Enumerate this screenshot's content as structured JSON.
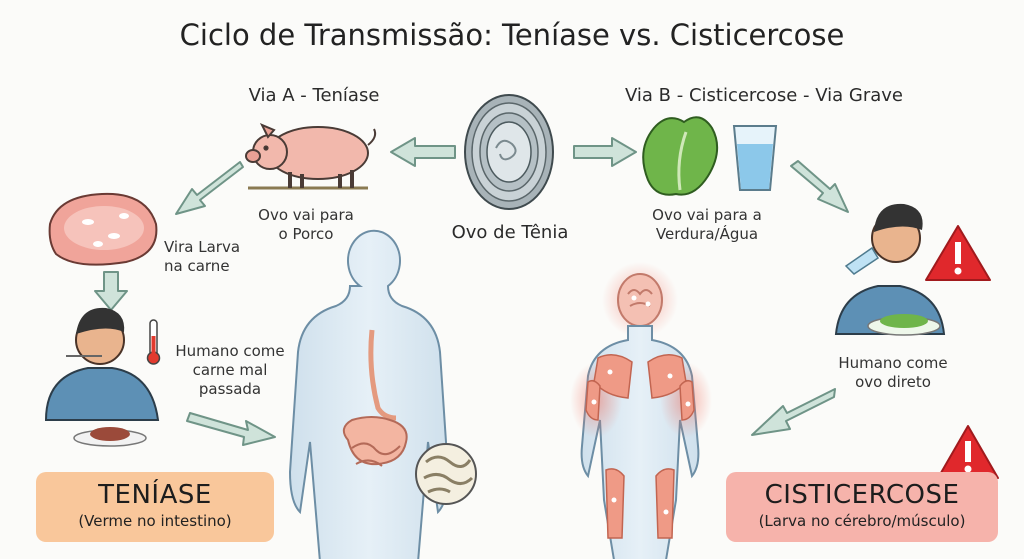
{
  "title": "Ciclo de Transmissão: Teníase vs. Cisticercose",
  "via_a": "Via A - Teníase",
  "via_b": "Via B - Cisticercose - Via Grave",
  "egg_label": "Ovo de Tênia",
  "pig_caption": [
    "Ovo vai para",
    "o Porco"
  ],
  "veg_caption": [
    "Ovo vai para a",
    "Verdura/Água"
  ],
  "meat_caption": [
    "Vira Larva",
    "na carne"
  ],
  "eat_caption": [
    "Humano come",
    "carne mal",
    "passada"
  ],
  "drink_caption": [
    "Humano come",
    "ovo direto"
  ],
  "teniase_box": {
    "title": "TENÍASE",
    "subtitle": "(Verme no intestino)"
  },
  "cisticercose_box": {
    "title": "CISTICERCOSE",
    "subtitle": "(Larva no cérebro/músculo)"
  },
  "warning_icons": [
    "warning-icon",
    "warning-icon"
  ],
  "colors": {
    "arrow": "#cfe3da",
    "arrow_stroke": "#6f9487",
    "teniase": "#f9c79b",
    "cisticercose": "#f6b3ab",
    "warning": "#e0282c"
  }
}
